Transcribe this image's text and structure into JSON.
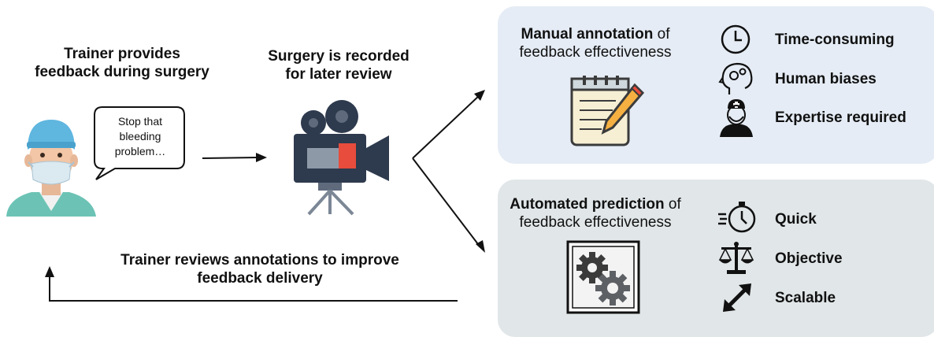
{
  "trainer_caption": [
    "Trainer provides",
    "feedback during surgery"
  ],
  "speech_bubble": [
    "Stop that",
    "bleeding",
    "problem…"
  ],
  "recording_caption": [
    "Surgery is recorded",
    "for later review"
  ],
  "review_caption": [
    "Trainer reviews annotations to improve",
    "feedback delivery"
  ],
  "manual_panel": {
    "title_bold": "Manual annotation",
    "title_rest": " of",
    "title_line2": "feedback effectiveness",
    "items": [
      {
        "icon": "clock-icon",
        "label": "Time-consuming"
      },
      {
        "icon": "head-gears-icon",
        "label": "Human biases"
      },
      {
        "icon": "doctor-icon",
        "label": "Expertise required"
      }
    ],
    "color": "#e5ecf5"
  },
  "auto_panel": {
    "title_bold": "Automated prediction",
    "title_rest": " of",
    "title_line2": "feedback effectiveness",
    "items": [
      {
        "icon": "stopwatch-icon",
        "label": "Quick"
      },
      {
        "icon": "scales-icon",
        "label": "Objective"
      },
      {
        "icon": "expand-arrow-icon",
        "label": "Scalable"
      }
    ],
    "color": "#e1e6e8"
  }
}
